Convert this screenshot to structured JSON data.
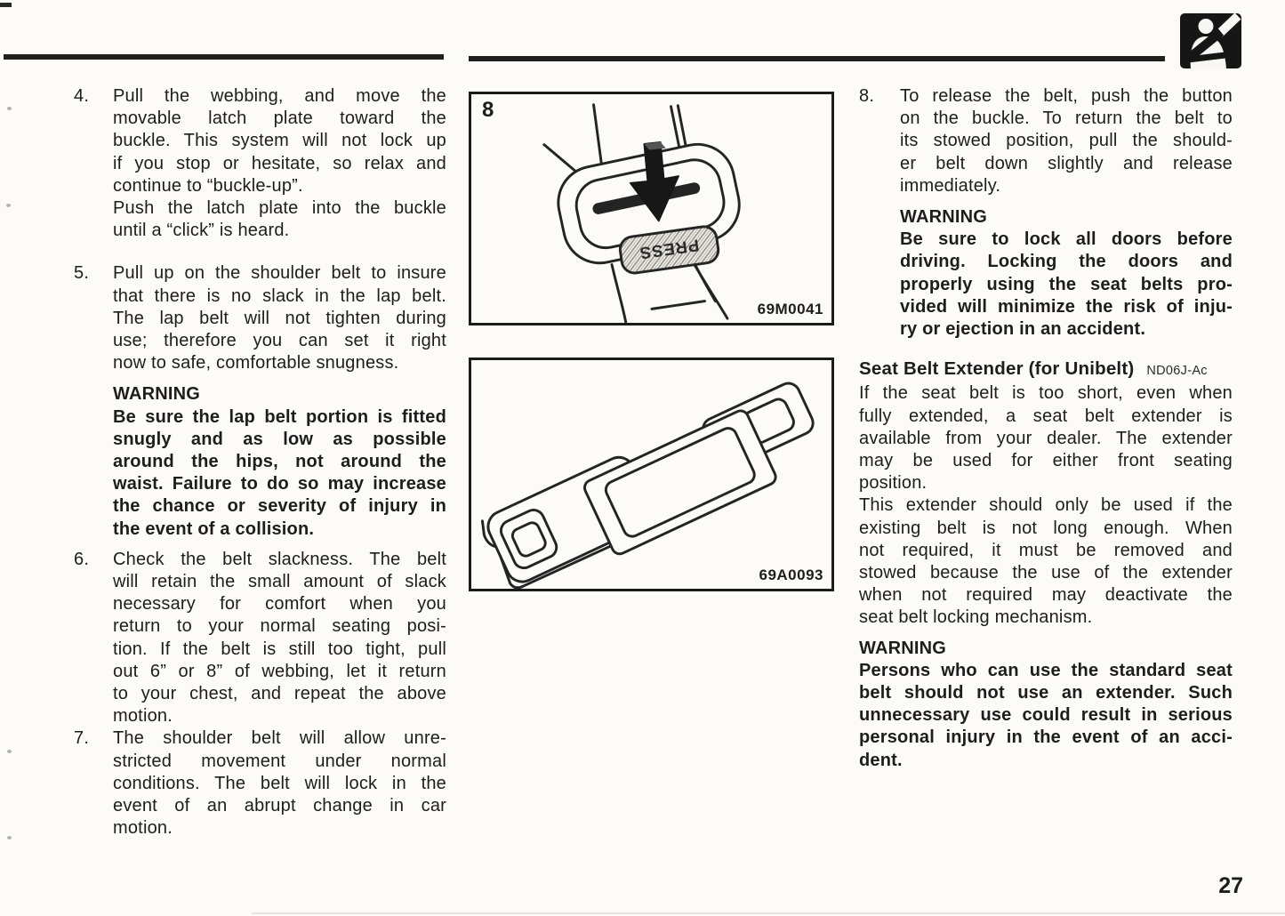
{
  "page_number": "27",
  "colors": {
    "ink": "#1d1d1d",
    "paper": "#fcfbf7"
  },
  "header": {
    "icon": "seat-belt-pictogram"
  },
  "figures": {
    "fig1": {
      "label": "8",
      "code": "69M0041",
      "press_label": "PRESS"
    },
    "fig2": {
      "code": "69A0093"
    }
  },
  "left_column": {
    "item4": {
      "number": "4.",
      "lines": [
        {
          "t": "Pull the webbing, and move the",
          "j": true
        },
        {
          "t": "movable latch plate toward the",
          "j": true
        },
        {
          "t": "buckle. This system will not lock up",
          "j": true
        },
        {
          "t": "if you stop or hesitate, so relax and",
          "j": true
        },
        {
          "t": "continue to “buckle-up”.",
          "j": false
        },
        {
          "t": "Push the latch plate into the buckle",
          "j": true
        },
        {
          "t": "until a “click” is heard.",
          "j": false
        }
      ]
    },
    "item5": {
      "number": "5.",
      "lines": [
        {
          "t": "Pull up on the shoulder belt to insure",
          "j": true
        },
        {
          "t": "that there is no slack in the lap belt.",
          "j": true
        },
        {
          "t": "The lap belt will not tighten during",
          "j": true
        },
        {
          "t": "use; therefore you can set it right",
          "j": true
        },
        {
          "t": "now to safe, comfortable snugness.",
          "j": false
        }
      ]
    },
    "warning1": {
      "title": "WARNING",
      "lines": [
        {
          "t": "Be sure the lap belt portion is fitted",
          "j": true
        },
        {
          "t": "snugly and as low as possible",
          "j": true
        },
        {
          "t": "around the hips, not around the",
          "j": true
        },
        {
          "t": "waist. Failure to do so may increase",
          "j": true
        },
        {
          "t": "the chance or severity of injury in",
          "j": true
        },
        {
          "t": "the event of a collision.",
          "j": false
        }
      ]
    },
    "item6": {
      "number": "6.",
      "lines": [
        {
          "t": "Check the belt slackness. The belt",
          "j": true
        },
        {
          "t": "will retain the small amount of slack",
          "j": true
        },
        {
          "t": "necessary for comfort when you",
          "j": true
        },
        {
          "t": "return to your normal seating posi-",
          "j": true
        },
        {
          "t": "tion. If the belt is still too tight, pull",
          "j": true
        },
        {
          "t": "out 6” or 8” of webbing, let it return",
          "j": true
        },
        {
          "t": "to your chest, and repeat the above",
          "j": true
        },
        {
          "t": "motion.",
          "j": false
        }
      ]
    },
    "item7": {
      "number": "7.",
      "lines": [
        {
          "t": "The shoulder belt will allow unre-",
          "j": true
        },
        {
          "t": "stricted movement under normal",
          "j": true
        },
        {
          "t": "conditions. The belt will lock in the",
          "j": true
        },
        {
          "t": "event of an abrupt change in car",
          "j": true
        },
        {
          "t": "motion.",
          "j": false
        }
      ]
    }
  },
  "right_column": {
    "item8": {
      "number": "8.",
      "lines": [
        {
          "t": "To release the belt, push the button",
          "j": true
        },
        {
          "t": "on the buckle. To return the belt to",
          "j": true
        },
        {
          "t": "its stowed position, pull the should-",
          "j": true
        },
        {
          "t": "er belt down slightly and release",
          "j": true
        },
        {
          "t": "immediately.",
          "j": false
        }
      ]
    },
    "warning2": {
      "title": "WARNING",
      "lines": [
        {
          "t": "Be sure to lock all doors before",
          "j": true
        },
        {
          "t": "driving. Locking the doors and",
          "j": true
        },
        {
          "t": "properly using the seat belts pro-",
          "j": true
        },
        {
          "t": "vided will minimize the risk of inju-",
          "j": true
        },
        {
          "t": "ry or ejection in an accident.",
          "j": false
        }
      ]
    },
    "extender": {
      "title": "Seat Belt Extender (for Unibelt)",
      "code": "ND06J-Ac",
      "lines": [
        {
          "t": "If the seat belt is too short, even when",
          "j": true
        },
        {
          "t": "fully extended, a seat belt extender is",
          "j": true
        },
        {
          "t": "available from your dealer. The extender",
          "j": true
        },
        {
          "t": "may be used for either front seating",
          "j": true
        },
        {
          "t": "position.",
          "j": false
        },
        {
          "t": "This extender should only be used if the",
          "j": true
        },
        {
          "t": "existing belt is not long enough. When",
          "j": true
        },
        {
          "t": "not required, it must be removed and",
          "j": true
        },
        {
          "t": "stowed because the use of the extender",
          "j": true
        },
        {
          "t": "when not required may deactivate the",
          "j": true
        },
        {
          "t": "seat belt locking mechanism.",
          "j": false
        }
      ]
    },
    "warning3": {
      "title": "WARNING",
      "lines": [
        {
          "t": "Persons who can use the standard seat",
          "j": true
        },
        {
          "t": "belt should not use an extender. Such",
          "j": true
        },
        {
          "t": "unnecessary use could result in serious",
          "j": true
        },
        {
          "t": "personal injury in the event of an acci-",
          "j": true
        },
        {
          "t": "dent.",
          "j": false
        }
      ]
    }
  }
}
